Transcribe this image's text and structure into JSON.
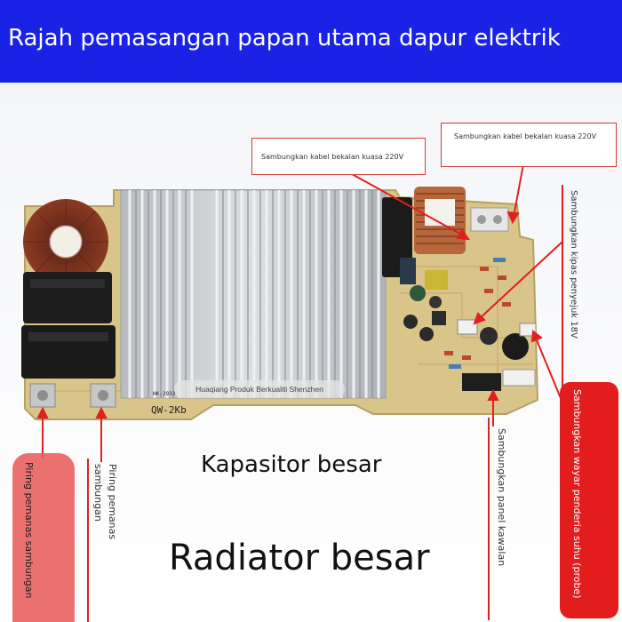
{
  "header": {
    "title": "Rajah pemasangan papan utama dapur elektrik"
  },
  "labels": {
    "power_cable_left": "Sambungkan kabel bekalan kuasa 220V",
    "power_cable_right": "Sambungkan kabel bekalan kuasa 220V",
    "fan_18v": "Sambungkan kipas penyejuk 18V",
    "temp_probe": "Sambungkan wayar penderia suhu (probe)",
    "control_panel": "Sambungkan panel kawalan",
    "coil_plate_left": "Piring pemanas sambungan",
    "coil_plate_right": "Piring pemanas sambungan"
  },
  "board": {
    "model_silk": "QW-2Kb",
    "part_silk": "HK-2933"
  },
  "watermark": "Huaqiang Produk Berkualiti Shenzhen",
  "captions": {
    "capacitor": "Kapasitor besar",
    "radiator": "Radiator besar"
  },
  "colors": {
    "banner": "#1a22e6",
    "annotation_red": "#e02020",
    "pcb": "#d9c48a",
    "heatsink": "#c9ccd0"
  }
}
